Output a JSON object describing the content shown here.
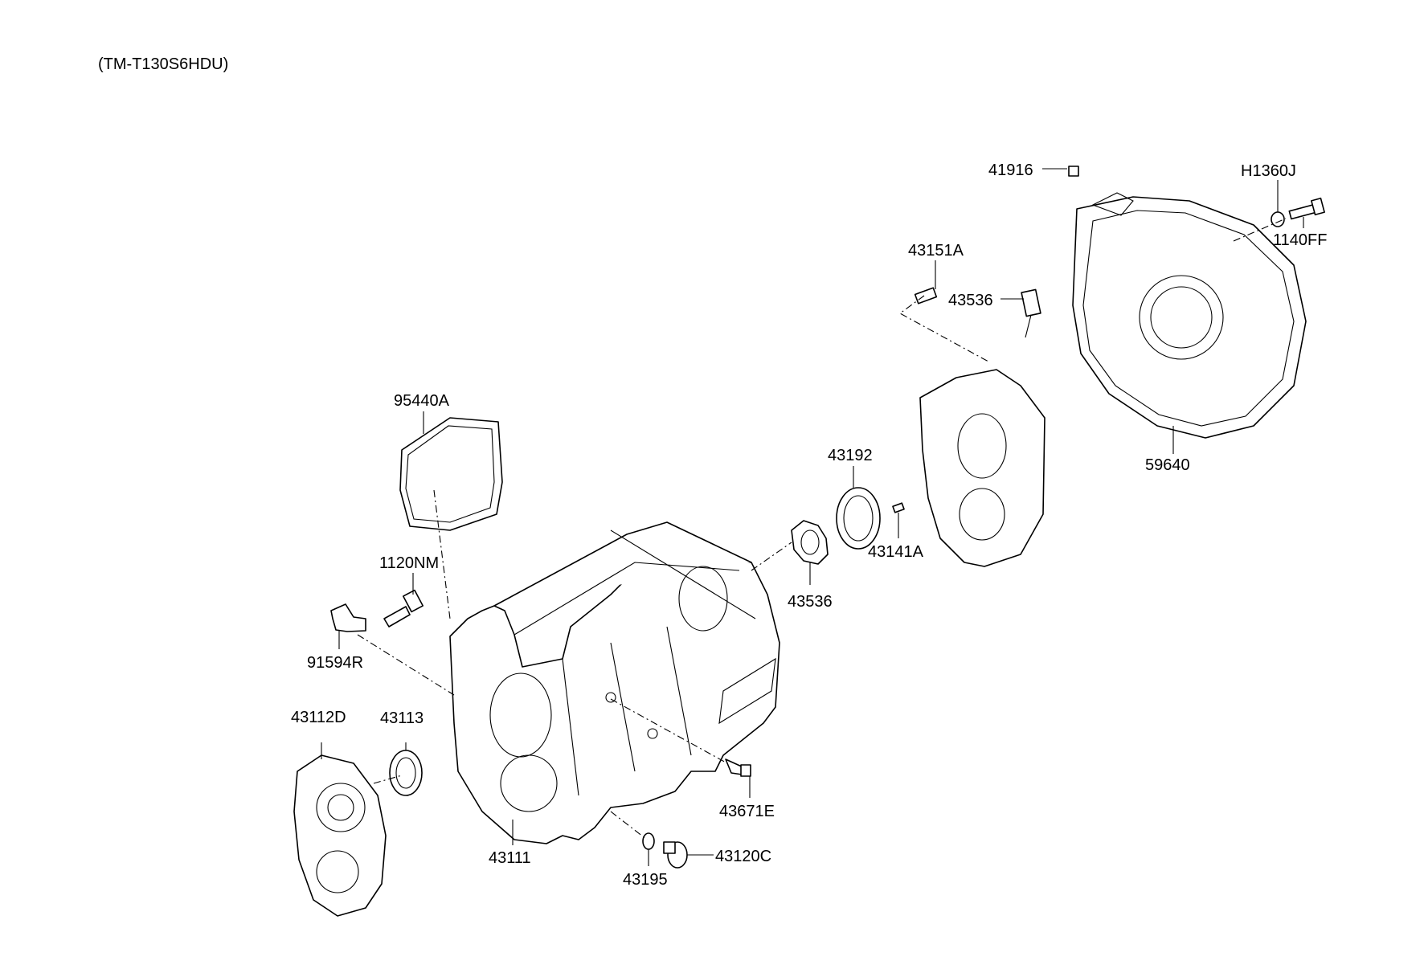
{
  "diagram": {
    "model_code": "(TM-T130S6HDU)",
    "parts": [
      {
        "id": "41916",
        "label": "41916"
      },
      {
        "id": "H1360J",
        "label": "H1360J"
      },
      {
        "id": "1140FF",
        "label": "1140FF"
      },
      {
        "id": "43151A",
        "label": "43151A"
      },
      {
        "id": "43536-top",
        "label": "43536"
      },
      {
        "id": "95440A",
        "label": "95440A"
      },
      {
        "id": "43192",
        "label": "43192"
      },
      {
        "id": "59640",
        "label": "59640"
      },
      {
        "id": "1120NM",
        "label": "1120NM"
      },
      {
        "id": "43141A",
        "label": "43141A"
      },
      {
        "id": "43536-bottom",
        "label": "43536"
      },
      {
        "id": "91594R",
        "label": "91594R"
      },
      {
        "id": "43112D",
        "label": "43112D"
      },
      {
        "id": "43113",
        "label": "43113"
      },
      {
        "id": "43671E",
        "label": "43671E"
      },
      {
        "id": "43111",
        "label": "43111"
      },
      {
        "id": "43120C",
        "label": "43120C"
      },
      {
        "id": "43195",
        "label": "43195"
      }
    ]
  }
}
